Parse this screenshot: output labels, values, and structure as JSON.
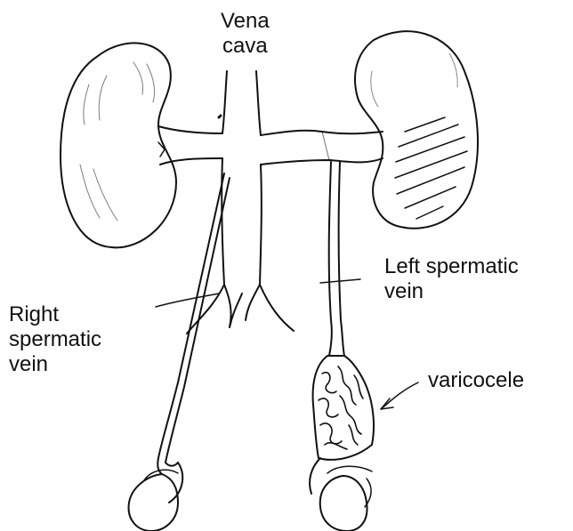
{
  "labels": {
    "vena_cava": [
      "Vena",
      "cava"
    ],
    "left_spermatic_vein": [
      "Left spermatic",
      "vein"
    ],
    "right_spermatic_vein": [
      "Right",
      "spermatic",
      "vein"
    ],
    "varicocele": "varicocele"
  },
  "colors": {
    "ink": "#111111",
    "background": "#ffffff"
  }
}
